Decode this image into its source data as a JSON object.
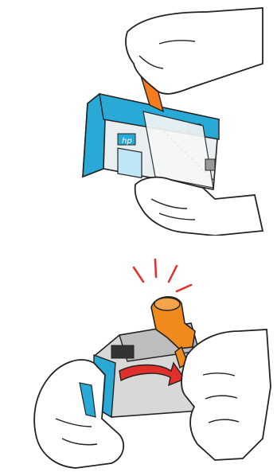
{
  "diagram": {
    "panels": [
      {
        "step": "remove-tape",
        "objects": [
          "ink-cartridge",
          "pull-tab",
          "protective-tape",
          "hp-logo",
          "left-hand",
          "right-hand"
        ]
      },
      {
        "step": "twist-off-orange-cap",
        "objects": [
          "ink-cartridge",
          "orange-cap",
          "curved-arrow",
          "motion-lines",
          "left-hand",
          "right-hand"
        ]
      }
    ],
    "colors": {
      "cartridge_cyan": "#29a9d6",
      "cartridge_dark_cyan": "#1d8cb6",
      "cartridge_gray": "#c9c9c9",
      "cap_orange": "#f08a1c",
      "arrow_red": "#e0302b",
      "tab_orange": "#f47b20",
      "outline": "#222222"
    },
    "logo_text": "hp"
  }
}
